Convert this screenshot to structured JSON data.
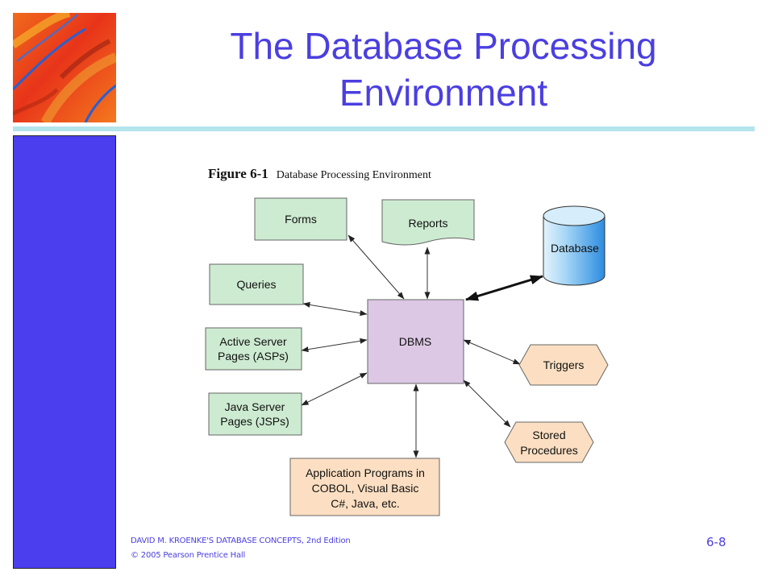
{
  "slide": {
    "title_line1": "The Database Processing",
    "title_line2": "Environment"
  },
  "figure": {
    "number": "Figure 6-1",
    "caption": "Database Processing Environment",
    "center": "DBMS",
    "database": "Database",
    "nodes": {
      "forms": "Forms",
      "reports": "Reports",
      "queries": "Queries",
      "asp_line1": "Active Server",
      "asp_line2": "Pages (ASPs)",
      "jsp_line1": "Java Server",
      "jsp_line2": "Pages (JSPs)",
      "triggers": "Triggers",
      "stored_line1": "Stored",
      "stored_line2": "Procedures",
      "app_line1": "Application Programs in",
      "app_line2": "COBOL, Visual Basic",
      "app_line3": "C#, Java, etc."
    },
    "colors": {
      "client_fill": "#CDEBD1",
      "dbms_fill": "#DCC8E4",
      "procedure_fill": "#FCDFC2",
      "database_fill": "#7EC0EE"
    }
  },
  "footer": {
    "line1": "DAVID M. KROENKE'S DATABASE CONCEPTS, 2nd Edition",
    "line2": "© 2005 Pearson Prentice Hall",
    "page": "6-8"
  }
}
